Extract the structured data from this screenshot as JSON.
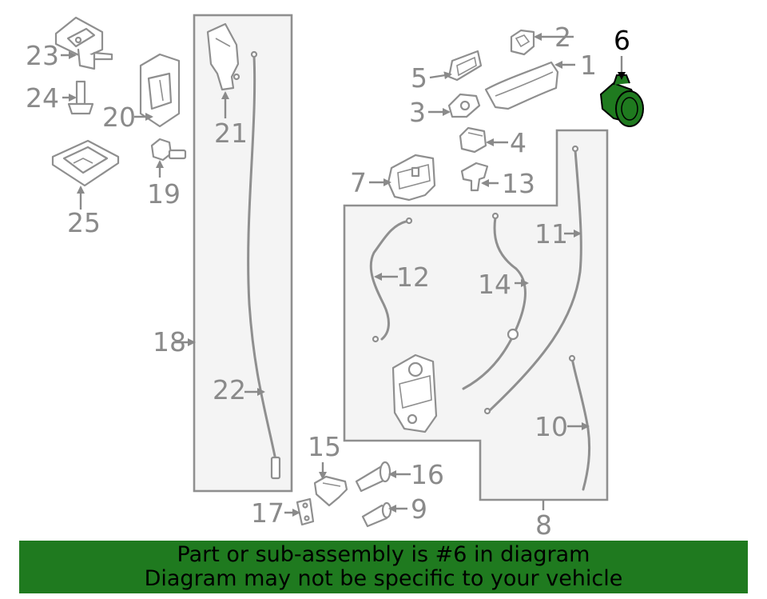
{
  "callouts": {
    "c1": "1",
    "c2": "2",
    "c3": "3",
    "c4": "4",
    "c5": "5",
    "c6": "6",
    "c7": "7",
    "c8": "8",
    "c9": "9",
    "c10": "10",
    "c11": "11",
    "c12": "12",
    "c13": "13",
    "c14": "14",
    "c15": "15",
    "c16": "16",
    "c17": "17",
    "c18": "18",
    "c19": "19",
    "c20": "20",
    "c21": "21",
    "c22": "22",
    "c23": "23",
    "c24": "24",
    "c25": "25"
  },
  "highlight": {
    "part": "6",
    "color": "#1f7a1f"
  },
  "banner": {
    "line1": "Part or sub-assembly is #6 in diagram",
    "line2": "Diagram may not be specific to your vehicle",
    "color": "#1f7a1f"
  }
}
